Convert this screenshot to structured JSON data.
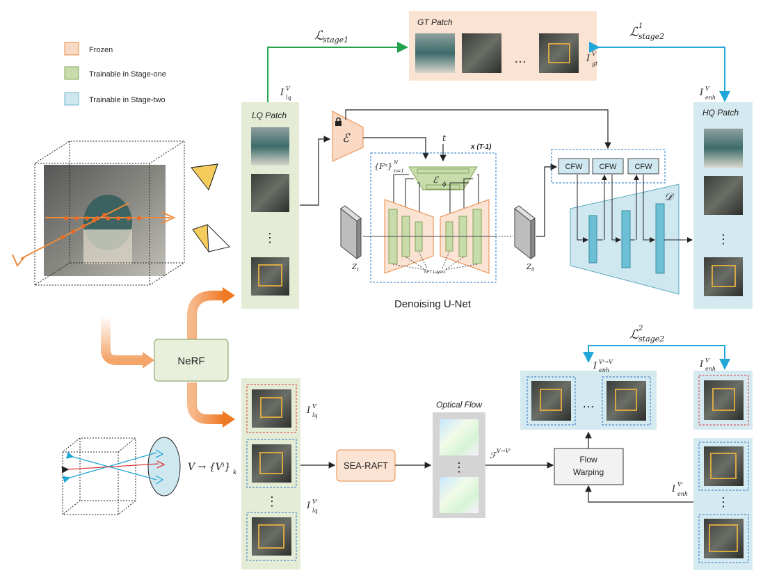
{
  "legend": {
    "items": [
      {
        "label": "Frozen",
        "color": "#f9d9c4",
        "border": "#ea8a45"
      },
      {
        "label": "Trainable in Stage-one",
        "color": "#c7dcaa",
        "border": "#86a45f"
      },
      {
        "label": "Trainable in Stage-two",
        "color": "#cfe7ef",
        "border": "#6cb4c9"
      }
    ]
  },
  "losses": {
    "stage1": "ℒ",
    "stage1_sub": "stage1",
    "stage2_top": "ℒ",
    "stage2_top_sup": "1",
    "stage2_top_sub": "stage2",
    "stage2_bottom": "ℒ",
    "stage2_bottom_sup": "2",
    "stage2_bottom_sub": "stage2"
  },
  "panels": {
    "gt_title": "GT Patch",
    "lq_title": "LQ Patch",
    "hq_title": "HQ Patch",
    "ellipsis": "…",
    "vdots": "⋮"
  },
  "symbols": {
    "i_gt": "I",
    "i_gt_sup": "V",
    "i_gt_sub": "gt",
    "i_lq": "I",
    "i_lq_sup": "V",
    "i_lq_sub": "lq",
    "i_enh": "I",
    "i_enh_sup": "V",
    "i_enh_sub": "enh",
    "i_enh_warp": "I",
    "i_enh_warp_sup": "Vⁱ→V",
    "i_enh_warp_sub": "enh",
    "i_enh_i": "I",
    "i_enh_i_sup": "Vⁱ",
    "i_enh_i_sub": "enh",
    "i_lq_b": "I",
    "i_lq_b_sup": "V",
    "i_lq_b_sub": "lq",
    "i_lq_i": "I",
    "i_lq_i_sup": "Vⁱ",
    "i_lq_i_sub": "lq",
    "flow_sym": "ℱ",
    "flow_sup": "V→Vⁱ",
    "view_set": "V → {Vⁱ}",
    "view_set_sub": "k",
    "t": "t",
    "zt": "Z",
    "zt_sub": "t",
    "z0": "Z",
    "z0_sub": "0",
    "enc": "ℰ",
    "dec": "𝒟",
    "eps": "ℰ",
    "eps_sub": "ϕ",
    "feat": "{Fⁿ}",
    "feat_sub": "n=1",
    "feat_sup": "N"
  },
  "blocks": {
    "repeat": "x (T-1)",
    "sft": "SFT Layers",
    "cfw": [
      "CFW",
      "CFW",
      "CFW"
    ],
    "unet_label": "Denoising U-Net",
    "nerf": "NeRF",
    "sea_raft": "SEA-RAFT",
    "optical_flow": "Optical Flow",
    "warp_line1": "Flow",
    "warp_line2": "Warping"
  },
  "colors": {
    "orange": "#ee8a3c",
    "green_loss": "#22a24a",
    "blue_loss": "#21a6d8",
    "dotted_blue": "#2a78c4",
    "dotted_red": "#d83a3a"
  }
}
